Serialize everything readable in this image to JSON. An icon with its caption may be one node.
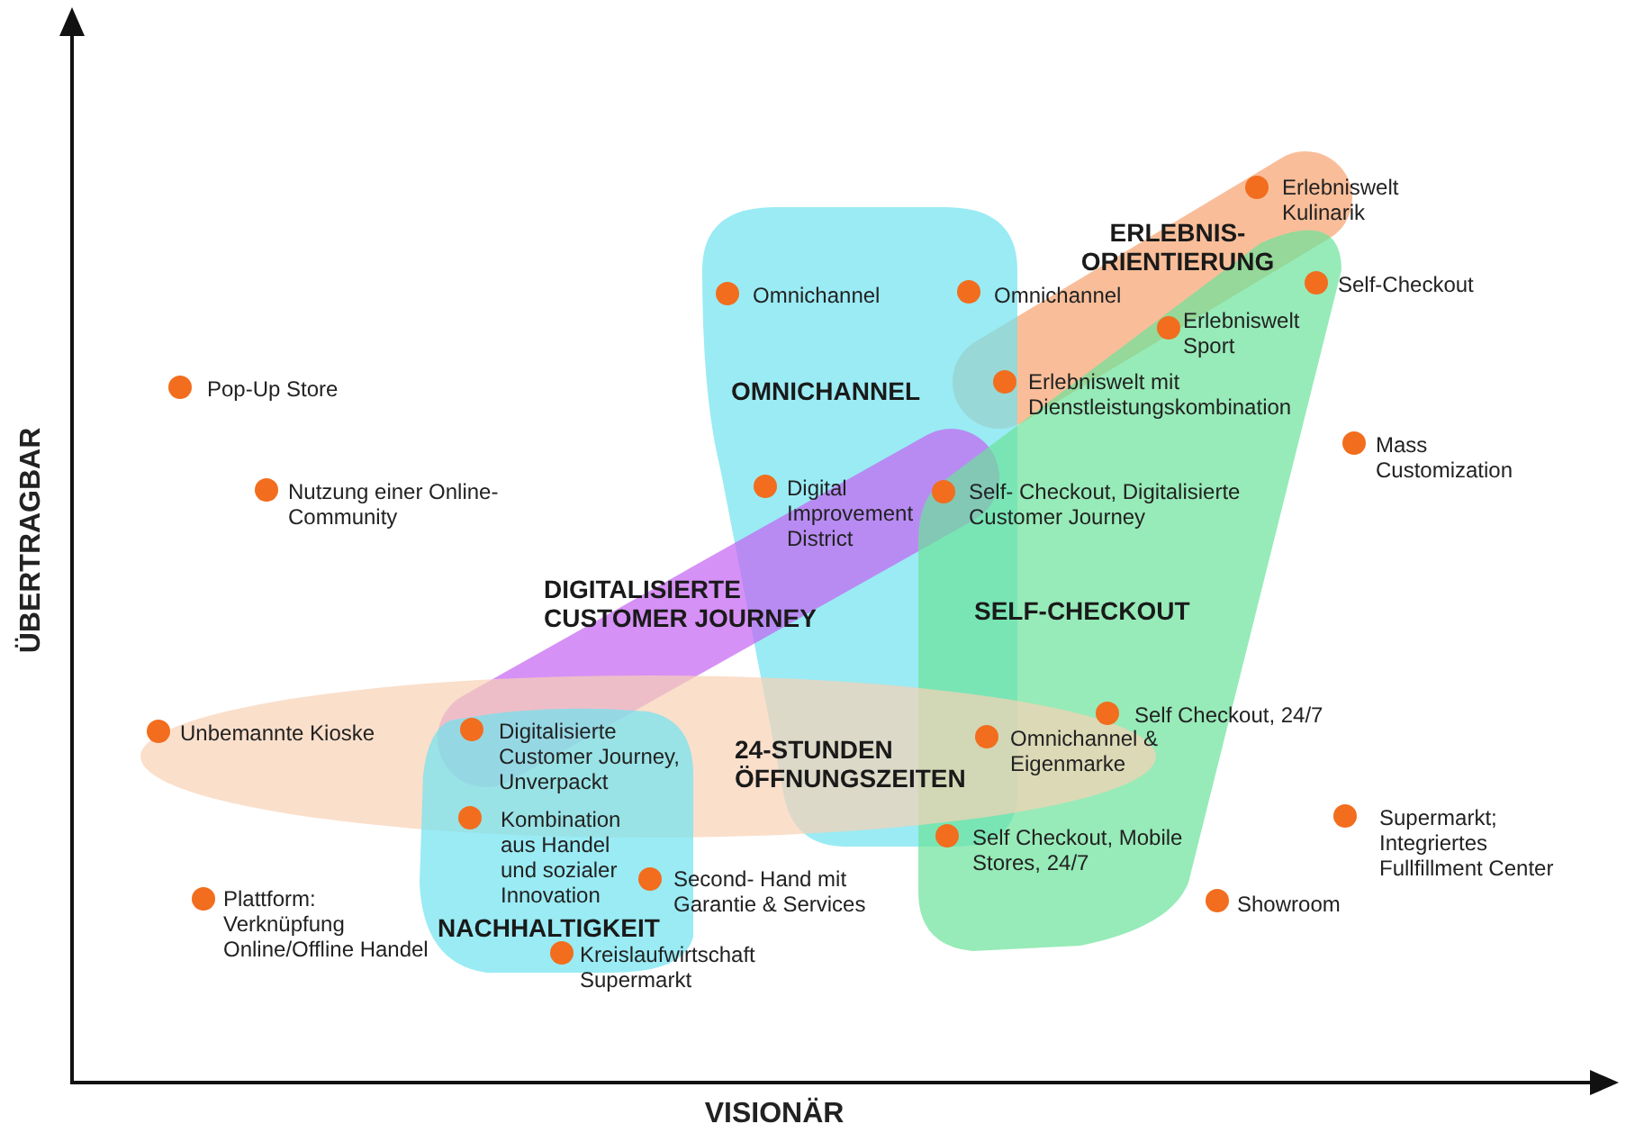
{
  "diagram": {
    "nodes": [
      {
        "text": [
          "ERLEBNIS- ORIENTIERUNG"
        ]
      },
      {
        "text": [
          "OMNICHANNEL"
        ]
      },
      {
        "text": [
          "DIGITALISIERTE CUSTOMER JOURNEY"
        ]
      },
      {
        "text": [
          "SELF-CHECKOUT"
        ]
      },
      {
        "text": [
          "24-STUNDEN ÖFFNUNGSZEITEN"
        ]
      },
      {
        "text": [
          "NACHHALTIGKEIT"
        ]
      }
    ],
    "labels": [
      "ÜBERTRAGBAR",
      "Erlebniswelt Kulinarik",
      "Omnichannel",
      "Omnichannel",
      "Self-Checkout",
      "Erlebniswelt Sport",
      "Pop-Up Store",
      "Erlebniswelt mit Dienstleistungskombination",
      "Mass Customization",
      "Nutzung einer Online- Community",
      "Digital Improvement District",
      "Self- Checkout, Digitalisierte Customer Journey",
      "Unbemannte Kioske",
      "Digitalisierte Customer Journey, Unverpackt",
      "Self Checkout, 24/7",
      "Omnichannel & Eigenmarke",
      "Kombination aus Handel und sozialer Innovation",
      "Self Checkout, Mobile Stores, 24/7",
      "Supermarkt; Integriertes Fullfillment Center",
      "Second- Hand mit Garantie & Services",
      "Plattform: Verknüpfung Online/Offline Handel",
      "Showroom",
      "Kreislaufwirtschaft Supermarkt",
      "VISIONÄR"
    ]
  }
}
